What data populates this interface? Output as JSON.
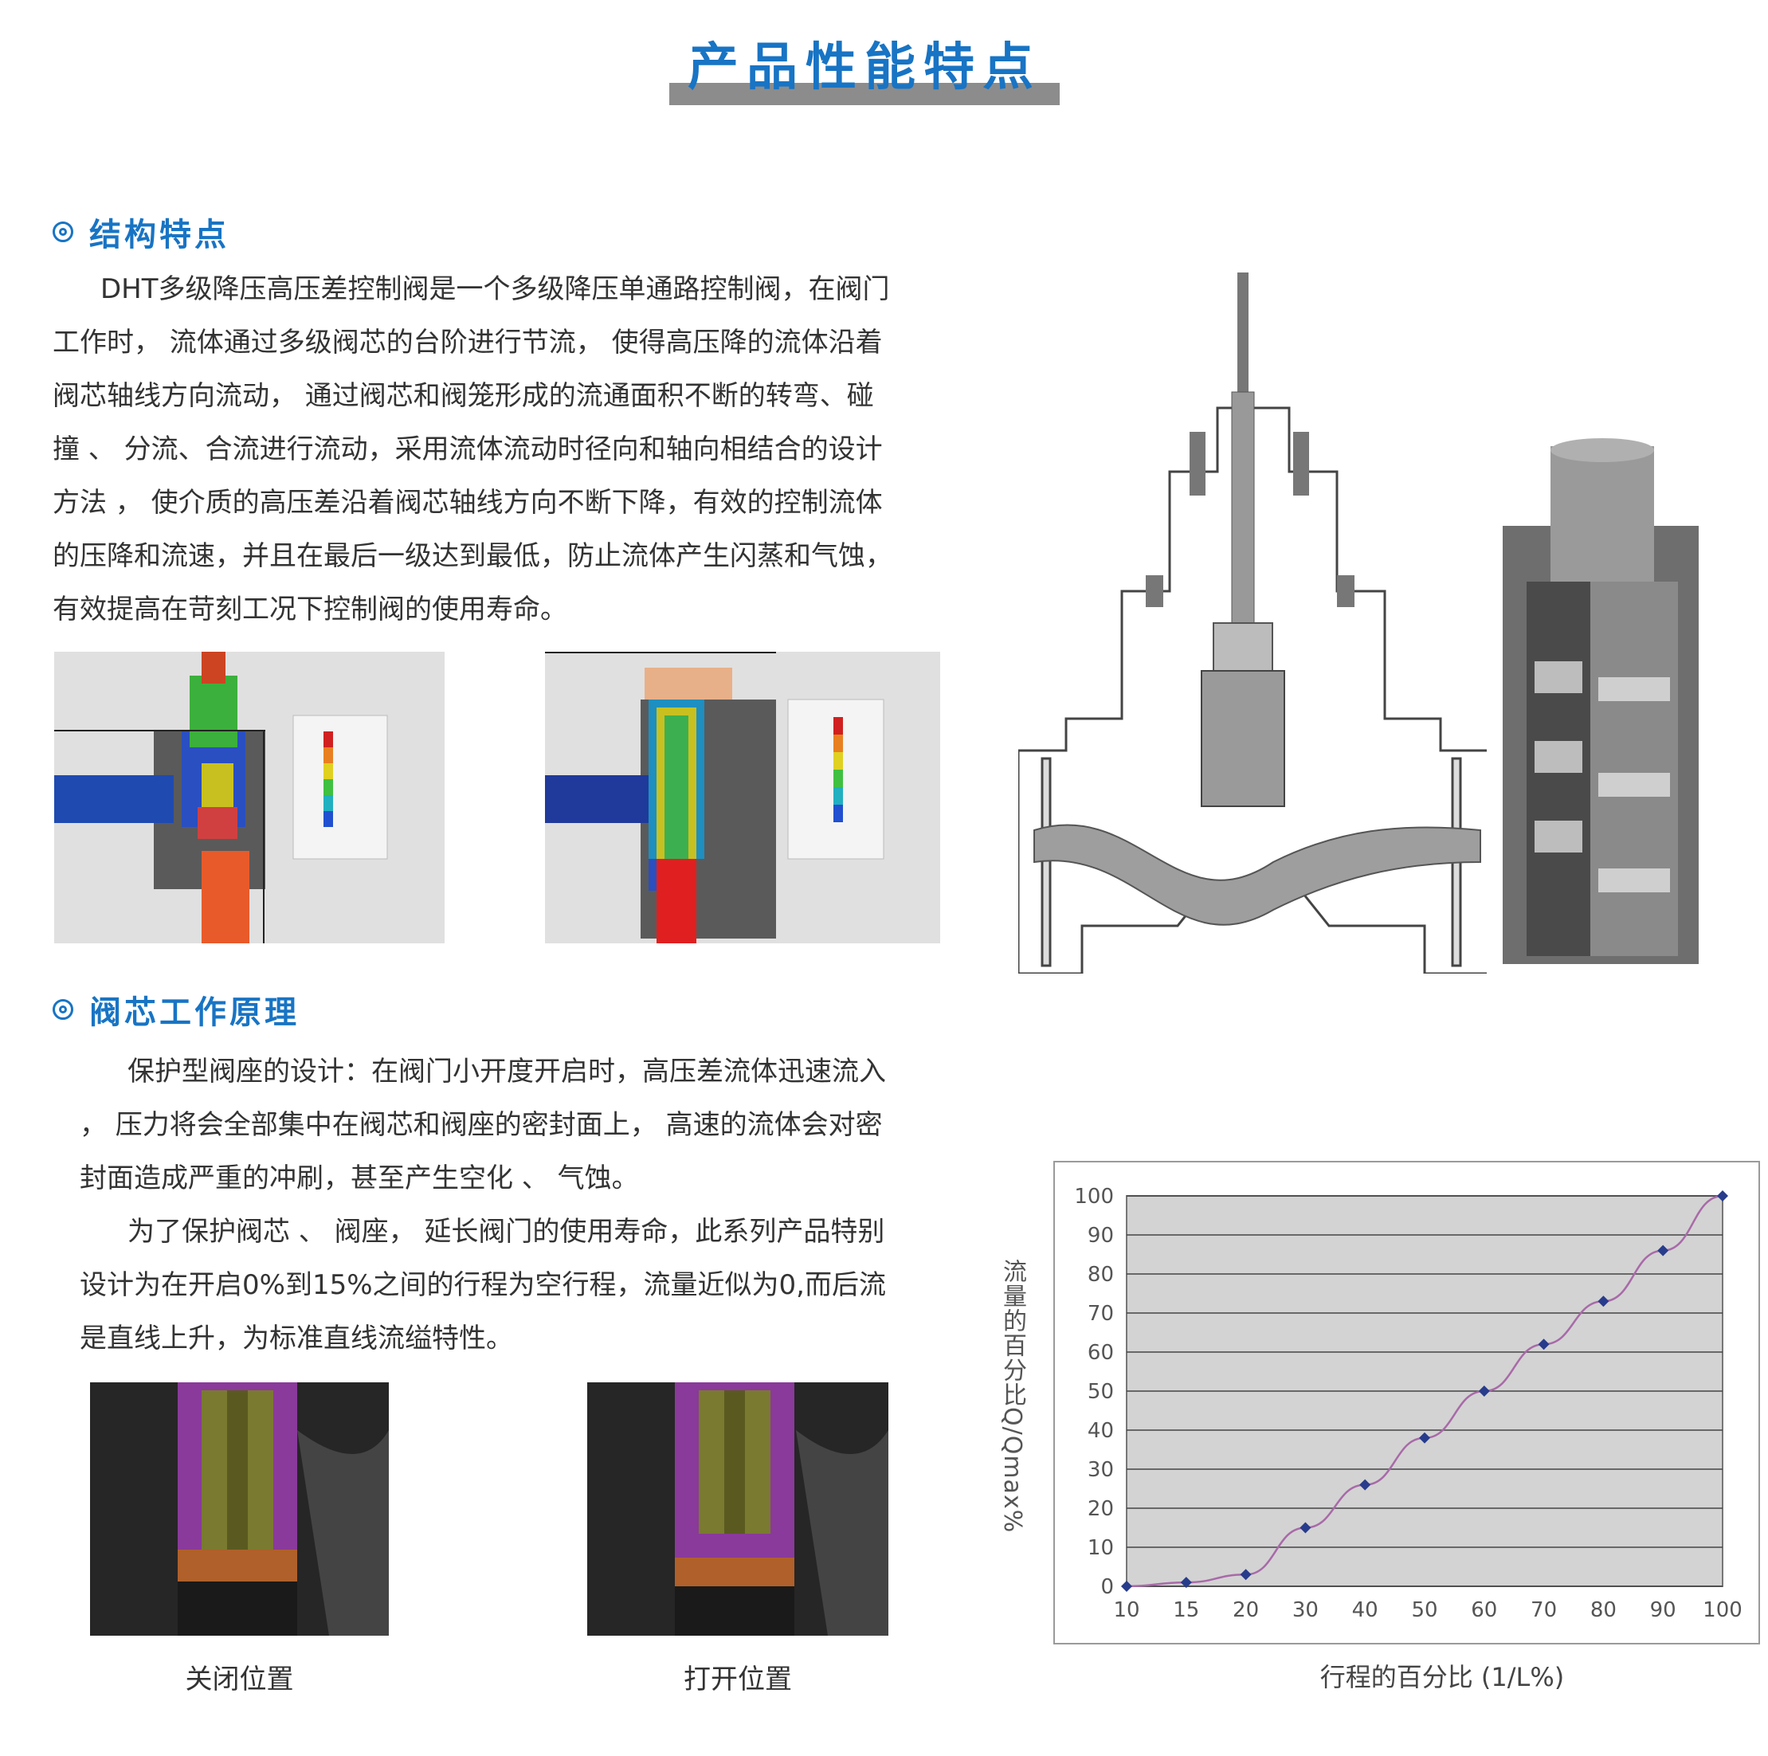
{
  "header": {
    "title": "产品性能特点"
  },
  "sections": {
    "structure": {
      "heading": "结构特点",
      "paragraphs": [
        "DHT多级降压高压差控制阀是一个多级降压单通路控制阀，在阀门",
        "工作时， 流体通过多级阀芯的台阶进行节流， 使得高压降的流体沿着",
        "阀芯轴线方向流动， 通过阀芯和阀笼形成的流通面积不断的转弯、碰",
        "撞 、 分流、合流进行流动，采用流体流动时径向和轴向相结合的设计",
        "方法 ， 使介质的高压差沿着阀芯轴线方向不断下降，有效的控制流体",
        "的压降和流速，并且在最后一级达到最低，防止流体产生闪蒸和气蚀，",
        "有效提高在苛刻工况下控制阀的使用寿命。"
      ]
    },
    "principle": {
      "heading": "阀芯工作原理",
      "paragraphs": [
        "保护型阀座的设计：在阀门小开度开启时，高压差流体迅速流入",
        "， 压力将会全部集中在阀芯和阀座的密封面上， 高速的流体会对密",
        "封面造成严重的冲刷，甚至产生空化 、 气蚀。",
        "为了保护阀芯 、 阀座， 延长阀门的使用寿命，此系列产品特别",
        "设计为在开启0%到15%之间的行程为空行程，流量近似为0,而后流",
        "是直线上升，为标准直线流缢特性。"
      ]
    }
  },
  "captions": {
    "closed": "关闭位置",
    "open": "打开位置"
  },
  "colors": {
    "accent": "#1874c4",
    "series": "#a86aa8",
    "marker": "#283c8c",
    "plot_bg": "#d3d3d3"
  },
  "chart_data": {
    "type": "line",
    "categories": [
      "10",
      "15",
      "20",
      "30",
      "40",
      "50",
      "60",
      "70",
      "80",
      "90",
      "100"
    ],
    "series": [
      {
        "values": [
          0,
          1,
          3,
          15,
          26,
          38,
          50,
          62,
          73,
          86,
          100
        ]
      }
    ],
    "yticks": [
      0,
      10,
      20,
      30,
      40,
      50,
      60,
      70,
      80,
      90,
      100
    ],
    "ylim": [
      0,
      100
    ],
    "xlabel": "行程的百分比 (1/L%)",
    "ylabel": "流量的百分比Q/Qmax%",
    "grid": true
  }
}
